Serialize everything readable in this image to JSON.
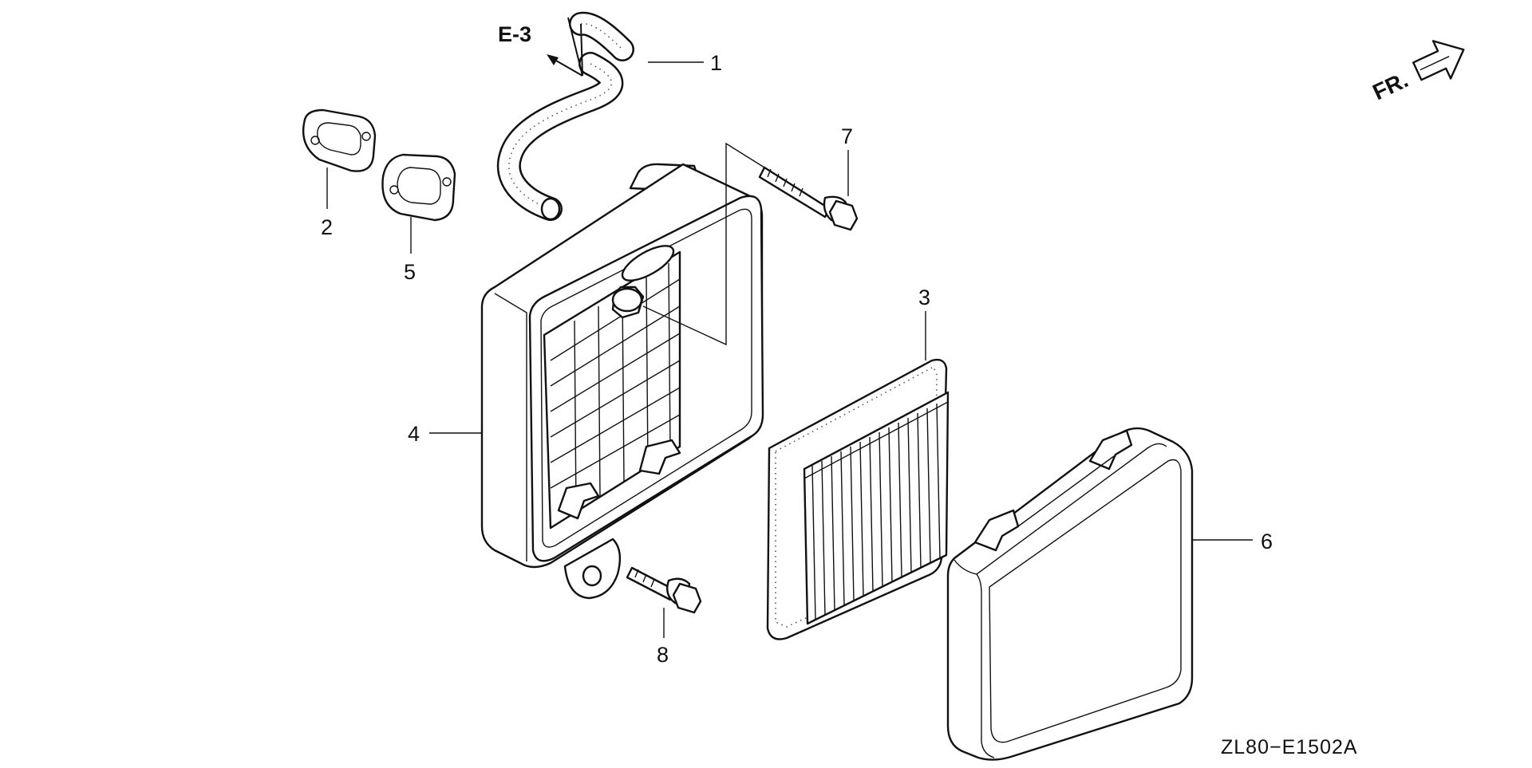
{
  "diagram": {
    "reference_label": "E-3",
    "front_label": "FR.",
    "drawing_code": "ZL80−E1502A",
    "callouts": [
      "1",
      "2",
      "3",
      "4",
      "5",
      "6",
      "7",
      "8"
    ]
  }
}
